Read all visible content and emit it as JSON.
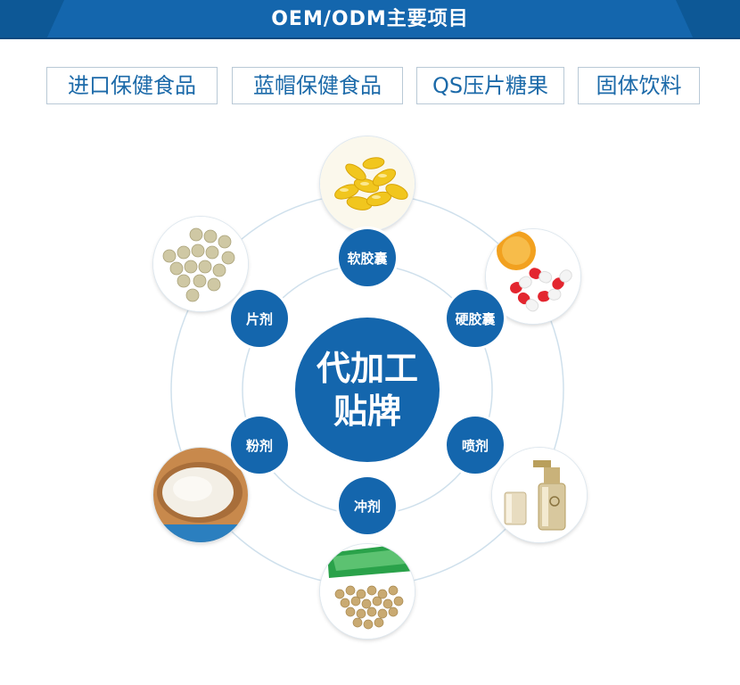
{
  "banner": {
    "title": "OEM/ODM主要项目",
    "color": "#1466ad"
  },
  "tags": [
    {
      "label": "进口保健食品"
    },
    {
      "label": "蓝帽保健食品"
    },
    {
      "label": "QS压片糖果"
    },
    {
      "label": "固体饮料"
    }
  ],
  "center": {
    "line1": "代加工",
    "line2": "贴牌",
    "color": "#1466ad"
  },
  "nodes": [
    {
      "label": "软胶囊",
      "image": "softgel-capsules-photo"
    },
    {
      "label": "硬胶囊",
      "image": "hard-capsules-photo"
    },
    {
      "label": "喷剂",
      "image": "spray-bottle-photo"
    },
    {
      "label": "冲剂",
      "image": "granules-photo"
    },
    {
      "label": "粉剂",
      "image": "powder-photo"
    },
    {
      "label": "片剂",
      "image": "tablets-photo"
    }
  ]
}
